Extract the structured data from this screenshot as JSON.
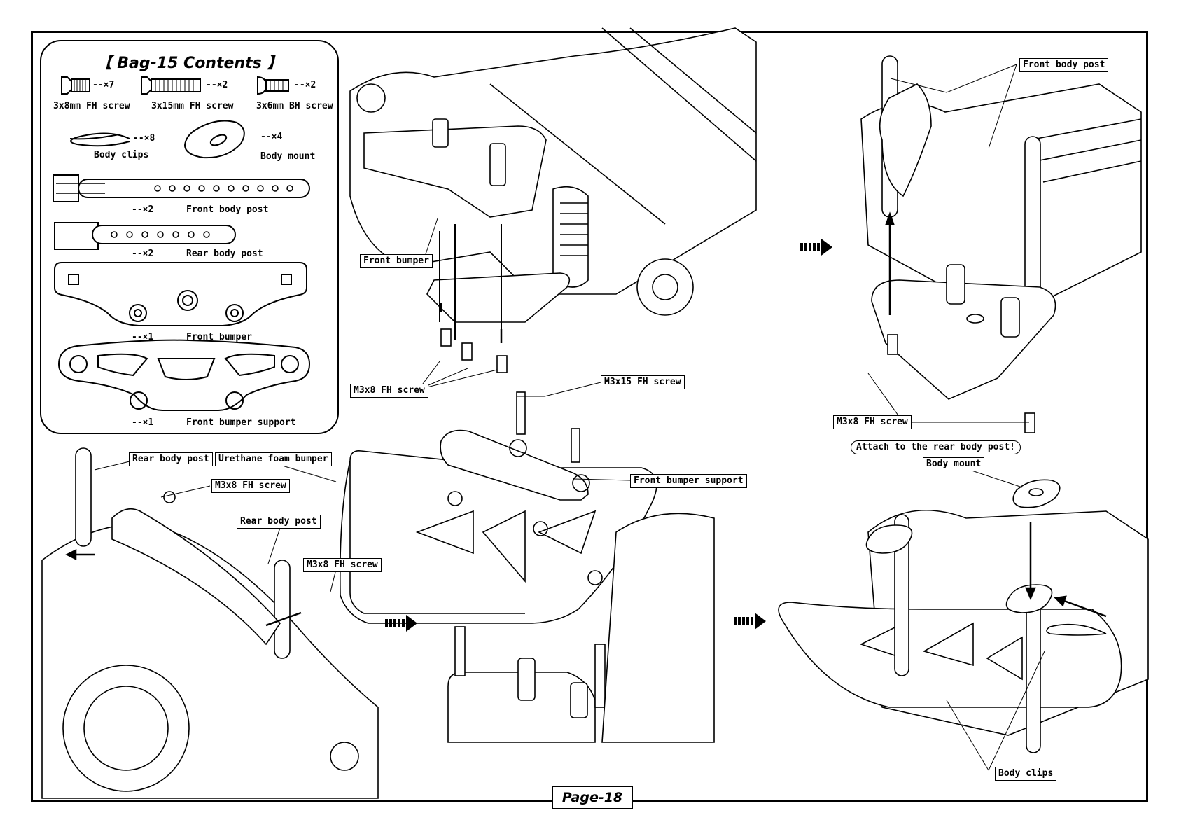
{
  "bag_contents": {
    "title": "【 Bag-15 Contents 】",
    "items": [
      {
        "name": "3x8mm FH screw",
        "qty": "--×7"
      },
      {
        "name": "3x15mm FH screw",
        "qty": "--×2"
      },
      {
        "name": "3x6mm BH screw",
        "qty": "--×2"
      },
      {
        "name": "Body clips",
        "qty": "--×8"
      },
      {
        "name": "Body mount",
        "qty": "--×4"
      },
      {
        "name": "Front body post",
        "qty": "--×2"
      },
      {
        "name": "Rear body post",
        "qty": "--×2"
      },
      {
        "name": "Front bumper",
        "qty": "--×1"
      },
      {
        "name": "Front bumper support",
        "qty": "--×1"
      }
    ]
  },
  "callouts": {
    "front_bumper": "Front bumper",
    "m3x8_step1": "M3x8 FH screw",
    "m3x15": "M3x15 FH screw",
    "front_body_post": "Front body post",
    "m3x8_step2": "M3x8 FH screw",
    "attach_note": "Attach to the rear body post!",
    "body_mount": "Body mount",
    "rear_body_post_1": "Rear body post",
    "urethane_foam_bumper": "Urethane foam bumper",
    "m3x8_rear_1": "M3x8 FH screw",
    "rear_body_post_2": "Rear body post",
    "m3x8_rear_2": "M3x8 FH screw",
    "front_bumper_support": "Front bumper support",
    "body_clips": "Body clips"
  },
  "page_label": "Page-18",
  "colors": {
    "ink": "#000000",
    "paper": "#ffffff",
    "shade": "#bfbfbf"
  }
}
